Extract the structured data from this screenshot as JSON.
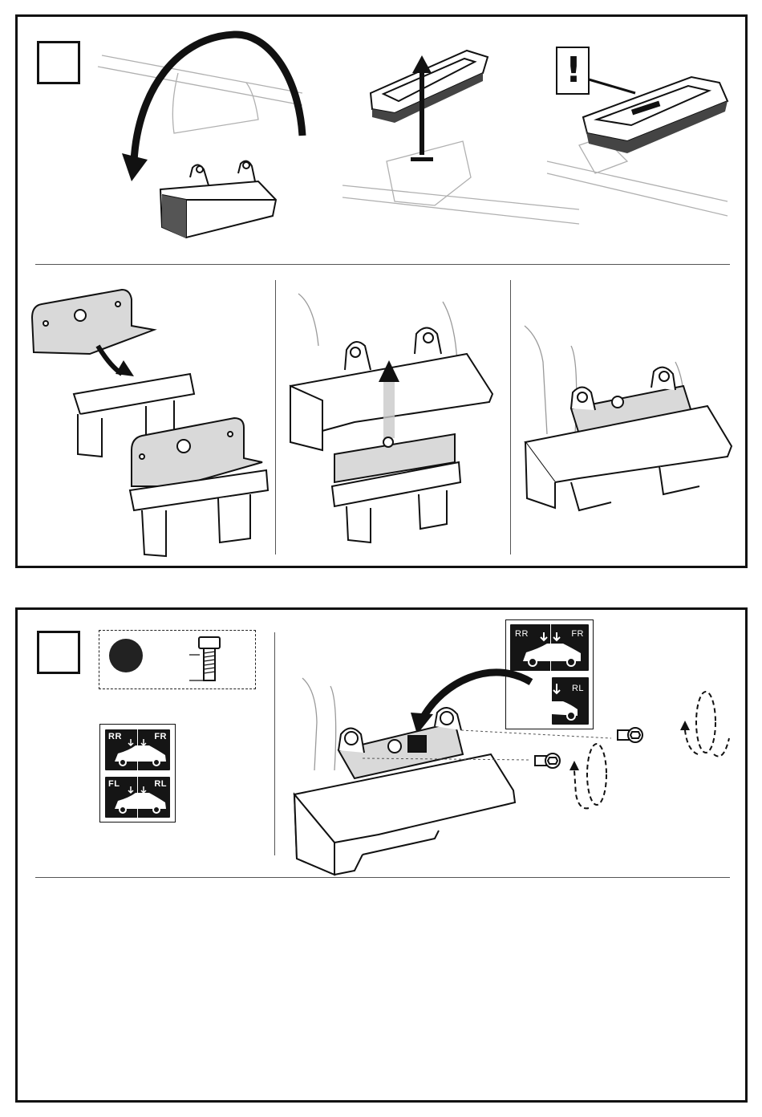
{
  "step_1": {
    "number": "",
    "warning_symbol": "!"
  },
  "step_2": {
    "number": "",
    "kit_parts": [
      "black-round-pad",
      "hex-socket-bolt"
    ],
    "sticker_small": {
      "top_left": "RR",
      "top_right": "FR",
      "bottom_left": "FL",
      "bottom_right": "RL"
    },
    "sticker_large": {
      "top_left": "RR",
      "top_right": "FR",
      "bottom_right": "RL"
    }
  },
  "colors": {
    "line": "#111111",
    "light_line": "#9a9a9a",
    "sticker_bg": "#151515",
    "fill_gray": "#d9d9d9"
  }
}
